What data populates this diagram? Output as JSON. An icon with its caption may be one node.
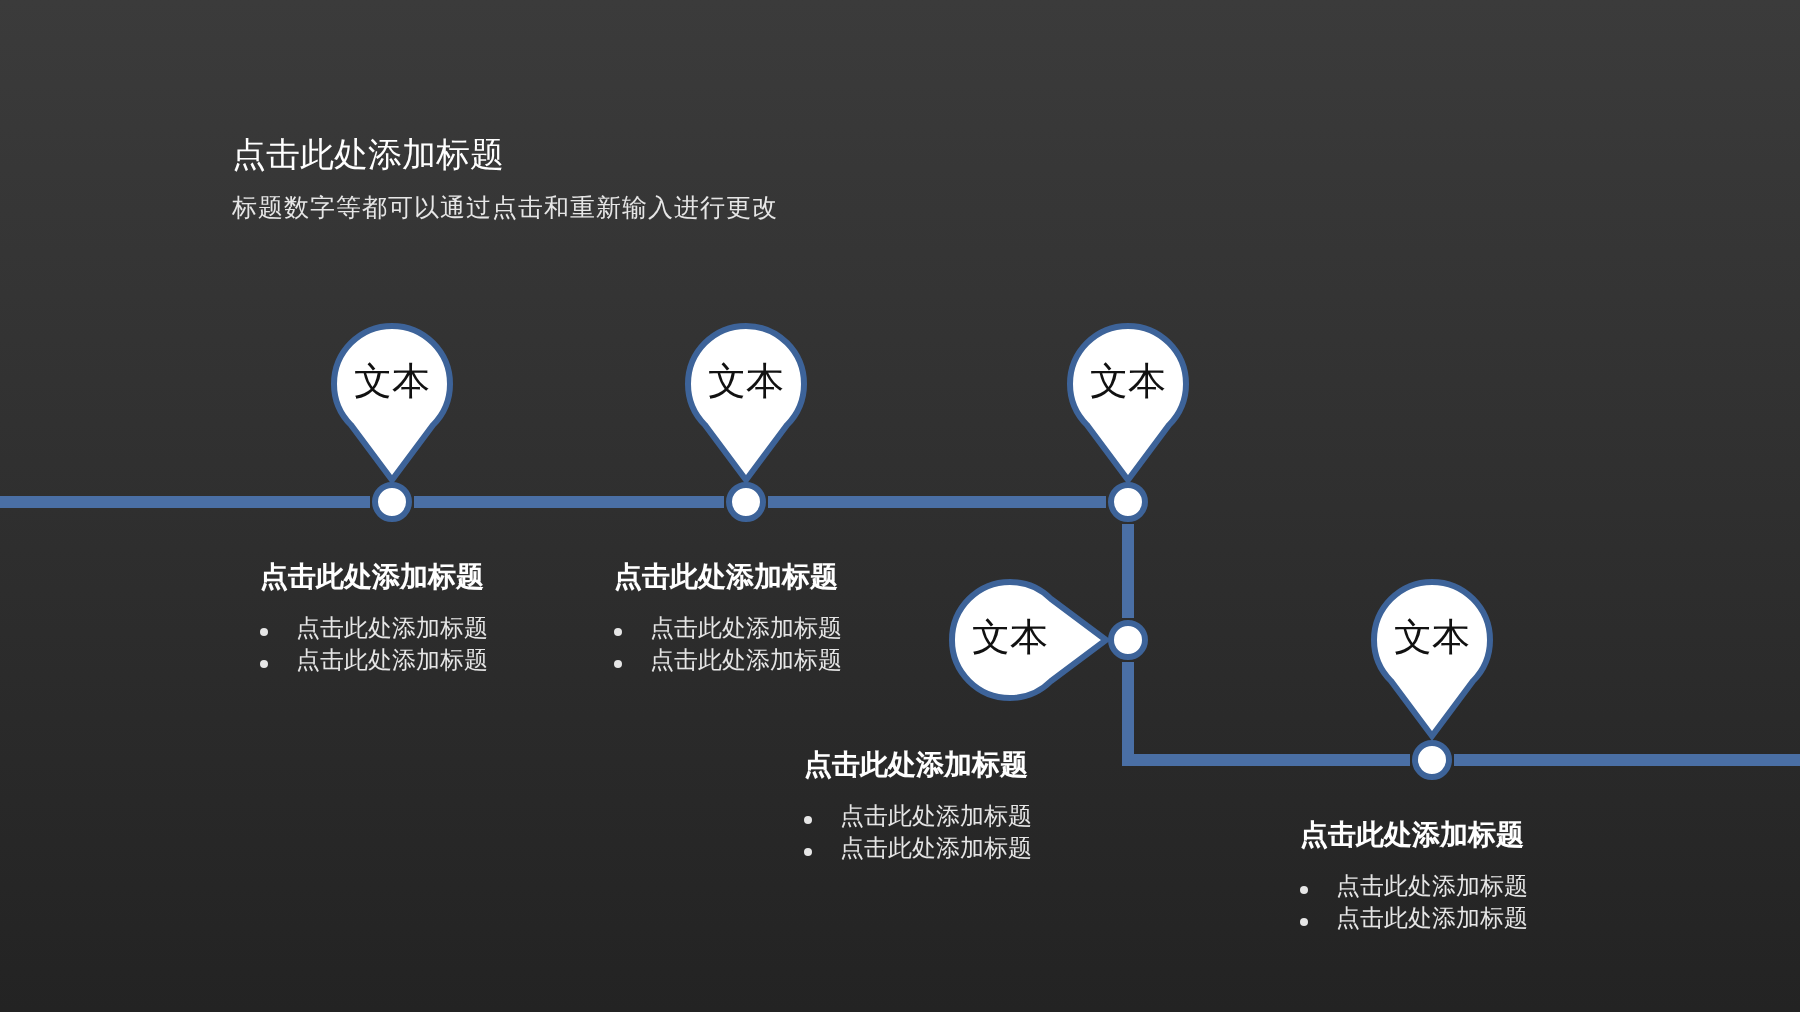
{
  "diagram": {
    "title": "点击此处添加标题",
    "nodes": [
      {
        "text": [
          "文本"
        ]
      },
      {
        "text": [
          "文本"
        ]
      },
      {
        "text": [
          "文本"
        ]
      },
      {
        "text": [
          "文本"
        ]
      },
      {
        "text": [
          "文本"
        ]
      },
      {
        "text": [],
        "shape": "circle"
      },
      {
        "text": [],
        "shape": "circle"
      },
      {
        "text": [],
        "shape": "circle"
      },
      {
        "text": [],
        "shape": "circle"
      },
      {
        "text": [],
        "shape": "circle"
      }
    ],
    "edges": [
      {
        "from": null,
        "to": 5,
        "arrow": "none"
      },
      {
        "from": 5,
        "to": 6,
        "arrow": "none"
      },
      {
        "from": 6,
        "to": 7,
        "arrow": "none"
      },
      {
        "from": 7,
        "to": 8,
        "arrow": "none"
      },
      {
        "from": 8,
        "to": 9,
        "arrow": "none"
      },
      {
        "from": 9,
        "to": null,
        "arrow": "none"
      }
    ],
    "labels": [
      "标题数字等都可以通过点击和重新输入进行更改",
      "点击此处添加标题",
      "点击此处添加标题",
      "点击此处添加标题",
      "点击此处添加标题",
      "点击此处添加标题",
      "点击此处添加标题",
      "点击此处添加标题",
      "点击此处添加标题",
      "点击此处添加标题",
      "点击此处添加标题",
      "点击此处添加标题",
      "点击此处添加标题"
    ]
  }
}
